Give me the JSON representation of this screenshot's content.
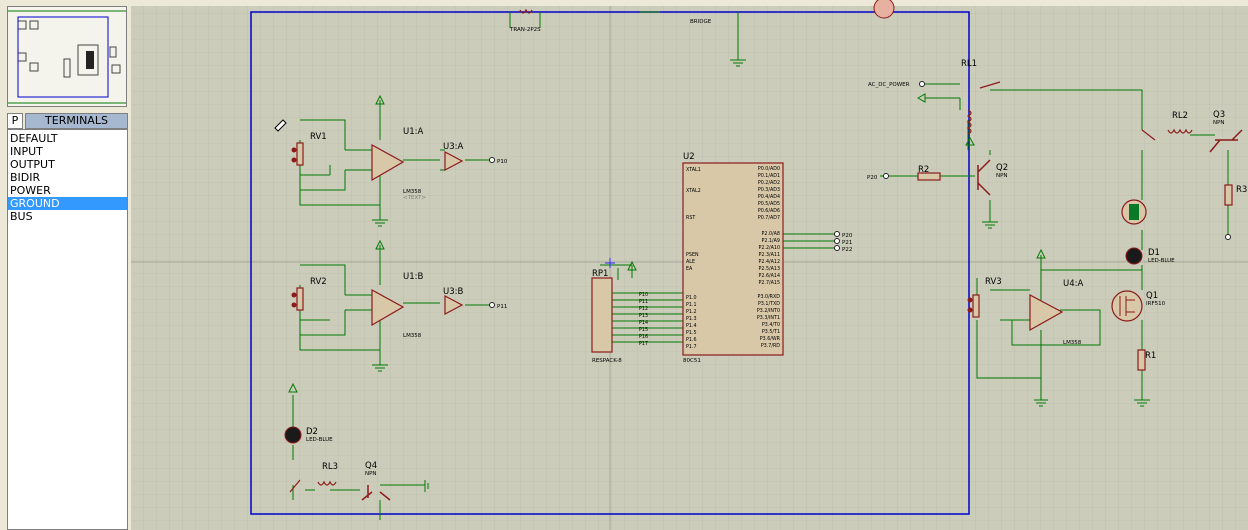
{
  "panel": {
    "mode_button": "P",
    "title": "TERMINALS",
    "items": [
      "DEFAULT",
      "INPUT",
      "OUTPUT",
      "BIDIR",
      "POWER",
      "GROUND",
      "BUS"
    ],
    "selected": "GROUND"
  },
  "colors": {
    "sheet_bg": "#ccccbb",
    "grid": "#b8b8a8",
    "wire": "#007a00",
    "component": "#8b1a1a",
    "component_fill": "#d8c8a8",
    "sheet_border": "#0000cc",
    "selection": "#3399ff"
  },
  "schematic": {
    "labels": {
      "rv1": "RV1",
      "rv2": "RV2",
      "rv3": "RV3",
      "u1a": "U1:A",
      "u1b": "U1:B",
      "u3a": "U3:A",
      "u3b": "U3:B",
      "u4a": "U4:A",
      "u2": "U2",
      "rp1": "RP1",
      "rl1": "RL1",
      "rl2": "RL2",
      "rl3": "RL3",
      "q1": "Q1",
      "q2": "Q2",
      "q3": "Q3",
      "q4": "Q4",
      "d1": "D1",
      "d2": "D2",
      "r1": "R1",
      "r2": "R2",
      "r3": "R3",
      "p10": "P10",
      "p11": "P11",
      "p20": "P20",
      "p21": "P21",
      "p22": "P22",
      "p20in": "P20",
      "bridge": "BRIDGE",
      "tran": "TRAN-2P2S",
      "ac_dc_power": "AC_DC_POWER",
      "lm358": "LM358",
      "npn": "NPN",
      "led_blue": "LED-BLUE",
      "irf": "IRF510",
      "respack": "RESPACK-8",
      "chip": "80C51",
      "text_tag": "<TEXT>"
    },
    "u2_left_pins": [
      "XTAL1",
      "XTAL2",
      "RST",
      "PSEN",
      "ALE",
      "EA",
      "P1.0",
      "P1.1",
      "P1.2",
      "P1.3",
      "P1.4",
      "P1.5",
      "P1.6",
      "P1.7"
    ],
    "u2_right_pins": [
      "P0.0/AD0",
      "P0.1/AD1",
      "P0.2/AD2",
      "P0.3/AD3",
      "P0.4/AD4",
      "P0.5/AD5",
      "P0.6/AD6",
      "P0.7/AD7",
      "P2.0/A8",
      "P2.1/A9",
      "P2.2/A10",
      "P2.3/A11",
      "P2.4/A12",
      "P2.5/A13",
      "P2.6/A14",
      "P2.7/A15",
      "P3.0/RXD",
      "P3.1/TXD",
      "P3.2/INT0",
      "P3.3/INT1",
      "P3.4/T0",
      "P3.5/T1",
      "P3.6/WR",
      "P3.7/RD"
    ],
    "rp1_nets": [
      "P10",
      "P11",
      "P12",
      "P13",
      "P14",
      "P15",
      "P16",
      "P17"
    ]
  }
}
